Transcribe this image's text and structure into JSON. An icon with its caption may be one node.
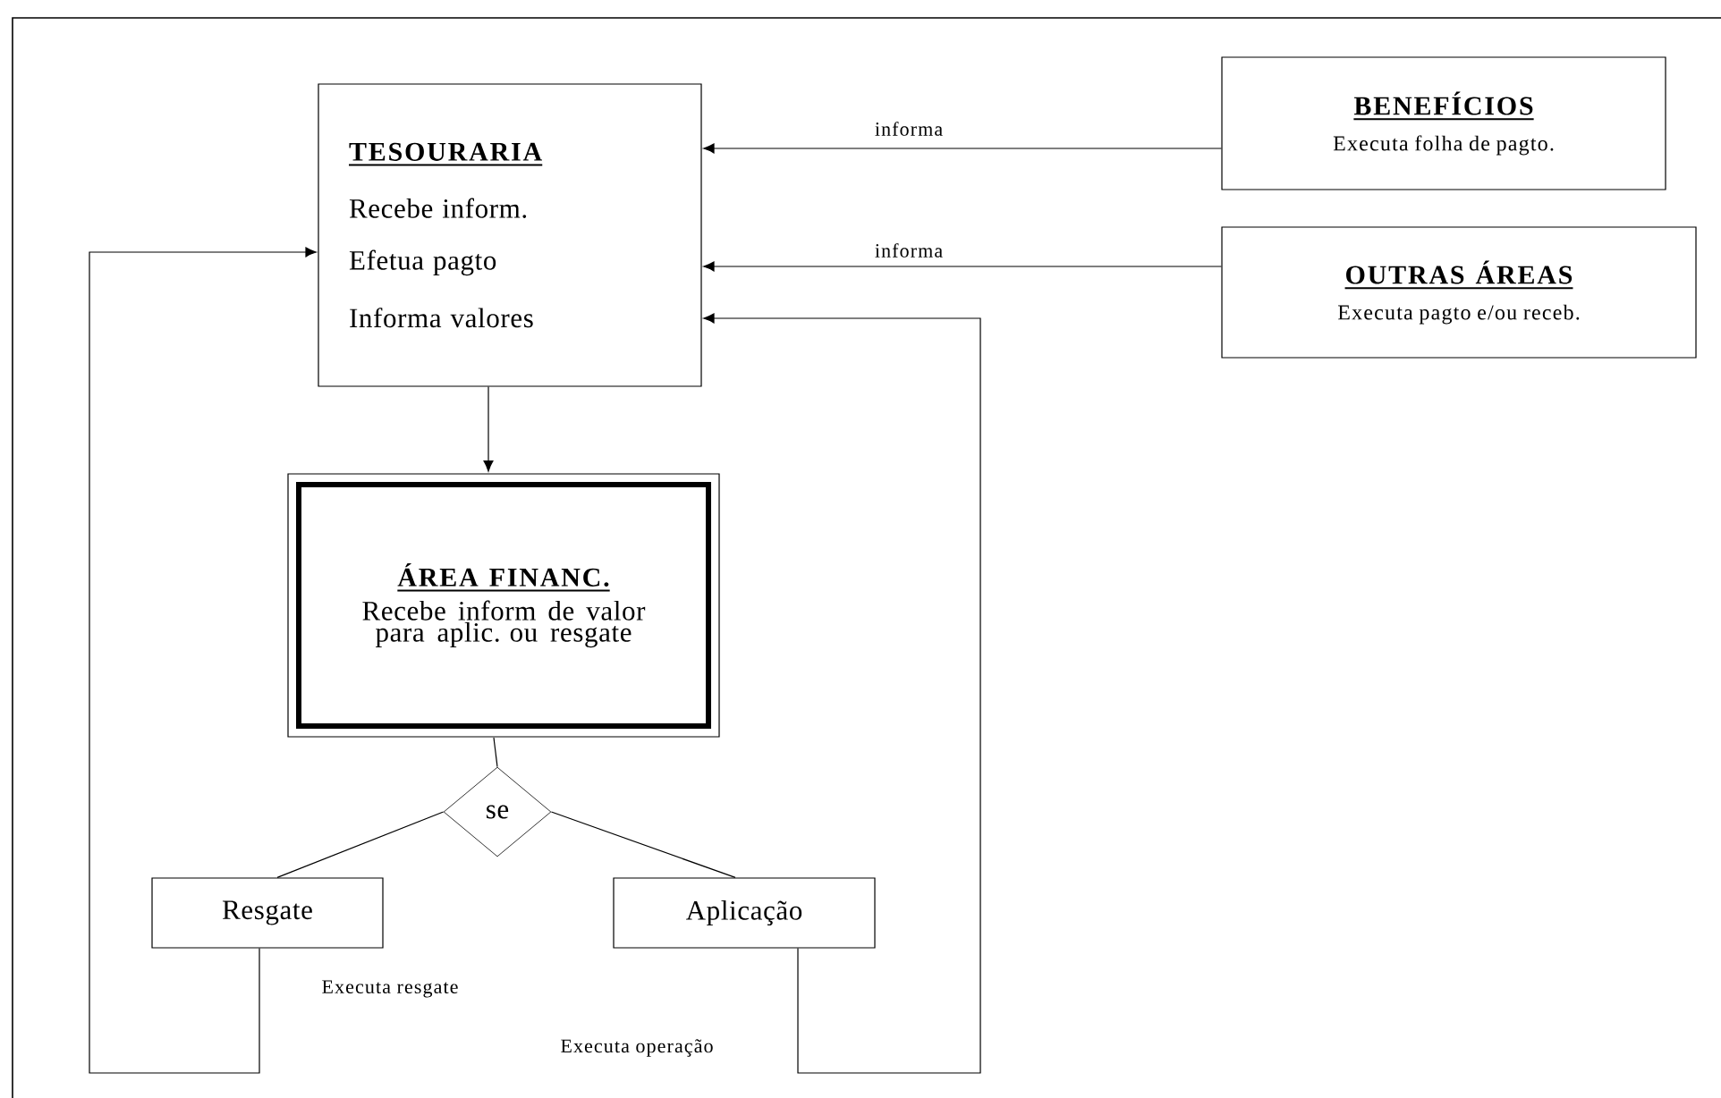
{
  "diagram": {
    "nodes": [
      {
        "text": [
          "TESOURARIA",
          "Recebe inform.",
          "Efetua pagto",
          "Informa valores"
        ]
      },
      {
        "text": [
          "BENEFÍCIOS",
          "Executa folha de pagto."
        ]
      },
      {
        "text": [
          "OUTRAS ÁREAS",
          "Executa pagto e/ou receb."
        ]
      },
      {
        "text": [
          "ÁREA FINANC.",
          "Recebe inform de valor para aplic. ou resgate"
        ]
      },
      {
        "text": [
          "se"
        ]
      },
      {
        "text": [
          "Resgate"
        ]
      },
      {
        "text": [
          "Aplicação"
        ]
      }
    ],
    "edges": [
      {
        "from": 1,
        "to": 0,
        "arrow": "to",
        "label": "informa"
      },
      {
        "from": 2,
        "to": 0,
        "arrow": "to",
        "label": "informa"
      },
      {
        "from": 0,
        "to": 3,
        "arrow": "to"
      },
      {
        "from": 3,
        "to": 4,
        "arrow": "none"
      },
      {
        "from": 4,
        "to": 5,
        "arrow": "none"
      },
      {
        "from": 4,
        "to": 6,
        "arrow": "none"
      },
      {
        "from": 5,
        "to": 0,
        "arrow": "to",
        "label": "Executa resgate"
      },
      {
        "from": 6,
        "to": 0,
        "arrow": "to",
        "label": "Executa operação"
      }
    ]
  }
}
